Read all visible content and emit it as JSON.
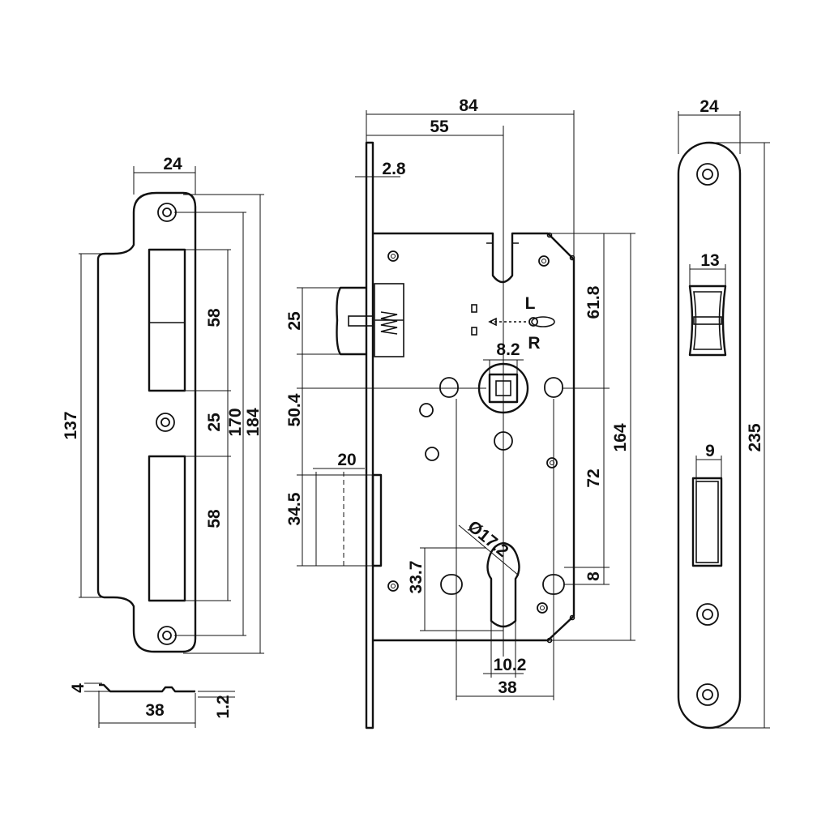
{
  "colors": {
    "ink": "#111111",
    "paper": "#ffffff"
  },
  "strike_plate": {
    "width": "24",
    "overall_height": "137",
    "opening_upper": "58",
    "web": "25",
    "opening_lower": "58",
    "hole_spacing": "170",
    "plate_height": "184",
    "side_lip": "4",
    "side_width": "38",
    "thickness": "1.2"
  },
  "lock_body": {
    "total_width": "84",
    "backset": "55",
    "faceplate_thickness": "2.8",
    "latch_height": "25",
    "latch_to_follower": "50.4",
    "bolt_projection": "20",
    "bolt_height": "34.5",
    "cylinder_offset": "33.7",
    "cylinder_diameter": "Ø17.2",
    "cylinder_width": "10.2",
    "screw_hole_spacing": "38",
    "follower_square": "8.2",
    "top_offset": "61.8",
    "body_height": "164",
    "center_distance": "72",
    "cylinder_lower": "8",
    "handing_left": "L",
    "handing_right": "R"
  },
  "faceplate": {
    "width": "24",
    "latch_width": "13",
    "bolt_width": "9",
    "length": "235"
  }
}
